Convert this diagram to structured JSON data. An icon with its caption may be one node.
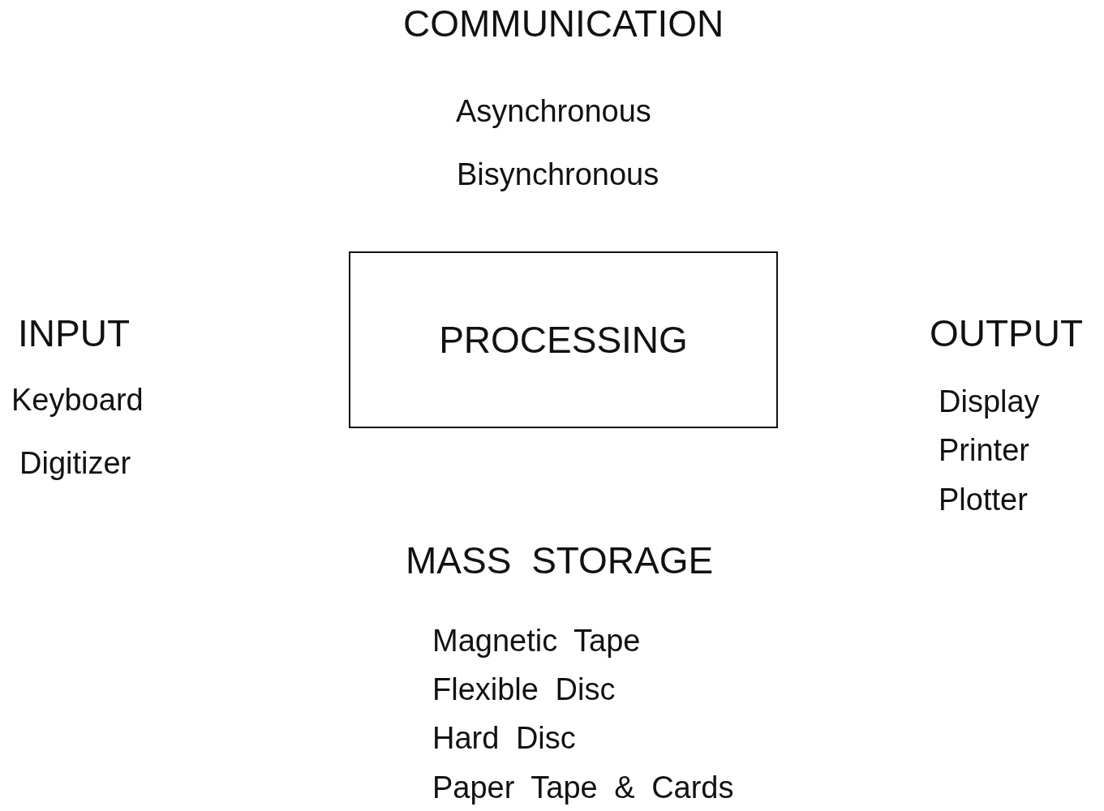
{
  "diagram": {
    "nodes": [
      {
        "text": [
          "PROCESSING"
        ]
      }
    ],
    "labels": [
      "COMMUNICATION",
      "Asynchronous",
      "Bisynchronous",
      "INPUT",
      "Keyboard",
      "Digitizer",
      "OUTPUT",
      "Display",
      "Printer",
      "Plotter",
      "MASS STORAGE",
      "Magnetic Tape",
      "Flexible Disc",
      "Hard Disc",
      "Paper Tape & Cards"
    ]
  }
}
